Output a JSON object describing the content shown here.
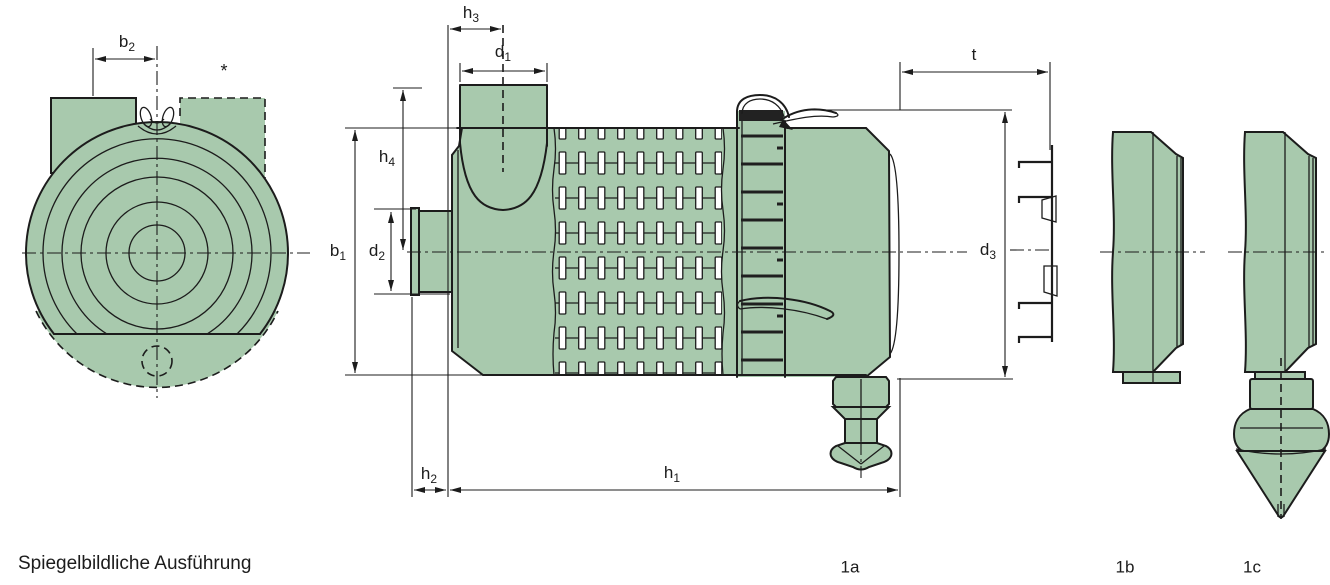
{
  "drawing": {
    "type": "technical-dimension-drawing",
    "colors": {
      "part_fill": "#a8c9ad",
      "line": "#1c1c1c",
      "background": "#ffffff"
    },
    "note": {
      "text": "Spiegelbildliche Ausführung"
    },
    "marks": {
      "asterisk": "*"
    },
    "labels": {
      "b2": {
        "base": "b",
        "sub": "2"
      },
      "h3": {
        "base": "h",
        "sub": "3"
      },
      "d1": {
        "base": "d",
        "sub": "1"
      },
      "h4": {
        "base": "h",
        "sub": "4"
      },
      "b1": {
        "base": "b",
        "sub": "1"
      },
      "d2": {
        "base": "d",
        "sub": "2"
      },
      "h2": {
        "base": "h",
        "sub": "2"
      },
      "h1": {
        "base": "h",
        "sub": "1"
      },
      "d3": {
        "base": "d",
        "sub": "3"
      },
      "t": {
        "base": "t",
        "sub": ""
      }
    },
    "part_labels": {
      "a": "1a",
      "b": "1b",
      "c": "1c"
    }
  }
}
